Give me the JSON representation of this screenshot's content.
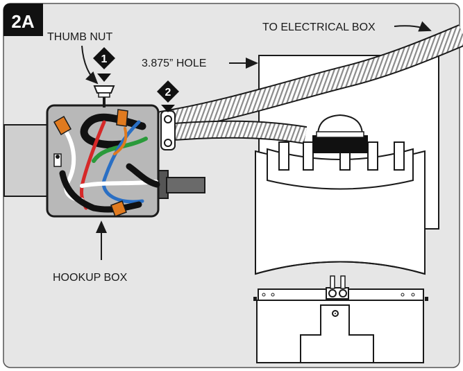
{
  "figure": {
    "step_tag": "2A",
    "labels": {
      "thumb_nut": "THUMB NUT",
      "hole": "3.875” HOLE",
      "to_electrical_box": "TO ELECTRICAL BOX",
      "hookup_box": "HOOKUP BOX"
    },
    "callouts": {
      "first": "1",
      "second": "2"
    }
  },
  "colors": {
    "background": "#e6e6e6",
    "box_fill": "#b8b8b8",
    "outline": "#1a1a1a",
    "wire_red": "#d62828",
    "wire_blue": "#2a6fc4",
    "wire_green": "#2a9a3a",
    "wire_black": "#111111",
    "wire_white": "#ffffff",
    "wire_nut_orange": "#e07a1f"
  },
  "icons": {
    "callout_marker": "diamond-badge",
    "arrow": "arrow-pointer"
  }
}
